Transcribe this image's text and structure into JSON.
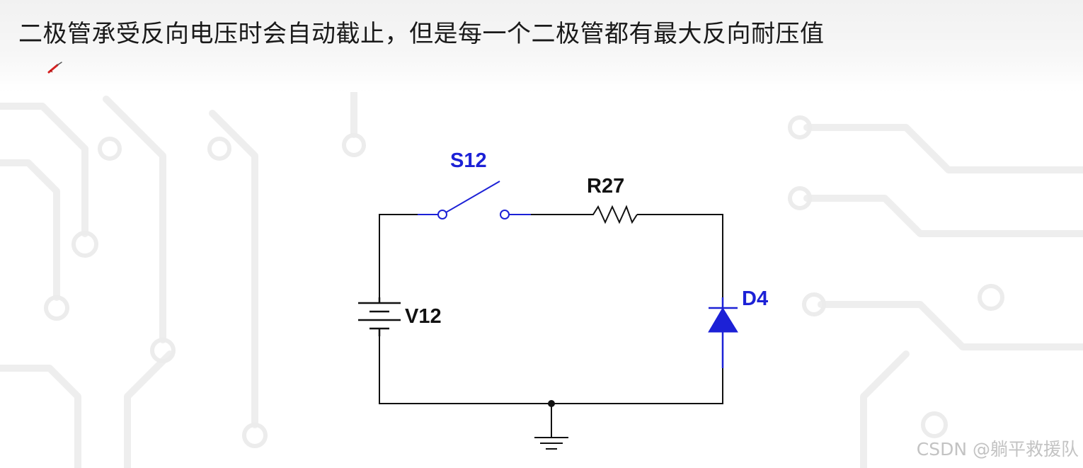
{
  "slide": {
    "title": "二极管承受反向电压时会自动截止，但是每一个二极管都有最大反向耐压值"
  },
  "circuit": {
    "switch_label": "S12",
    "resistor_label": "R27",
    "battery_label": "V12",
    "diode_label": "D4",
    "colors": {
      "wire": "#111111",
      "blue_component": "#1c21d6",
      "background_trace": "#ececec"
    }
  },
  "watermark": {
    "text": "CSDN @躺平救援队"
  },
  "icons": {
    "pen": "pen-cursor-icon"
  }
}
